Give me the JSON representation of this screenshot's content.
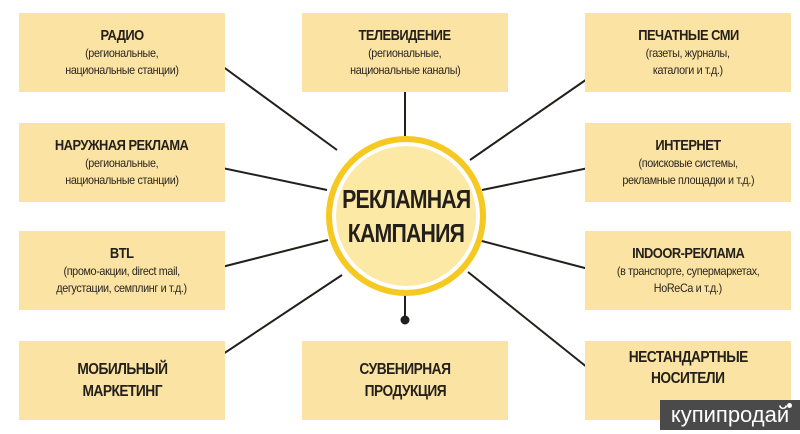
{
  "center": {
    "line1": "РЕКЛАМНАЯ",
    "line2": "КАМПАНИЯ"
  },
  "channels": [
    {
      "title": "РАДИО",
      "sub1": "(региональные,",
      "sub2": "национальные станции)"
    },
    {
      "title": "ТЕЛЕВИДЕНИЕ",
      "sub1": "(региональные,",
      "sub2": "национальные каналы)"
    },
    {
      "title": "ПЕЧАТНЫЕ СМИ",
      "sub1": "(газеты, журналы,",
      "sub2": "каталоги и т.д.)"
    },
    {
      "title": "НАРУЖНАЯ РЕКЛАМА",
      "sub1": "(региональные,",
      "sub2": "национальные станции)"
    },
    {
      "title": "ИНТЕРНЕТ",
      "sub1": "(поисковые системы,",
      "sub2": "рекламные площадки и т.д.)"
    },
    {
      "title": "BTL",
      "sub1": "(промо-акции, direct mail,",
      "sub2": "дегустации, семплинг и т.д.)"
    },
    {
      "title": "INDOOR-РЕКЛАМА",
      "sub1": "(в транспорте, супермаркетах,",
      "sub2": "HoReCa и т.д.)"
    },
    {
      "title": "МОБИЛЬНЫЙ",
      "title2": "МАРКЕТИНГ"
    },
    {
      "title": "СУВЕНИРНАЯ",
      "title2": "ПРОДУКЦИЯ"
    },
    {
      "title": "НЕСТАНДАРТНЫЕ",
      "title2": "НОСИТЕЛИ"
    }
  ],
  "watermark": "купипродай",
  "colors": {
    "box": "#fbe3a3",
    "circle_fill": "#fde9a6",
    "circle_border": "#f5c921",
    "line": "#231f1a"
  }
}
